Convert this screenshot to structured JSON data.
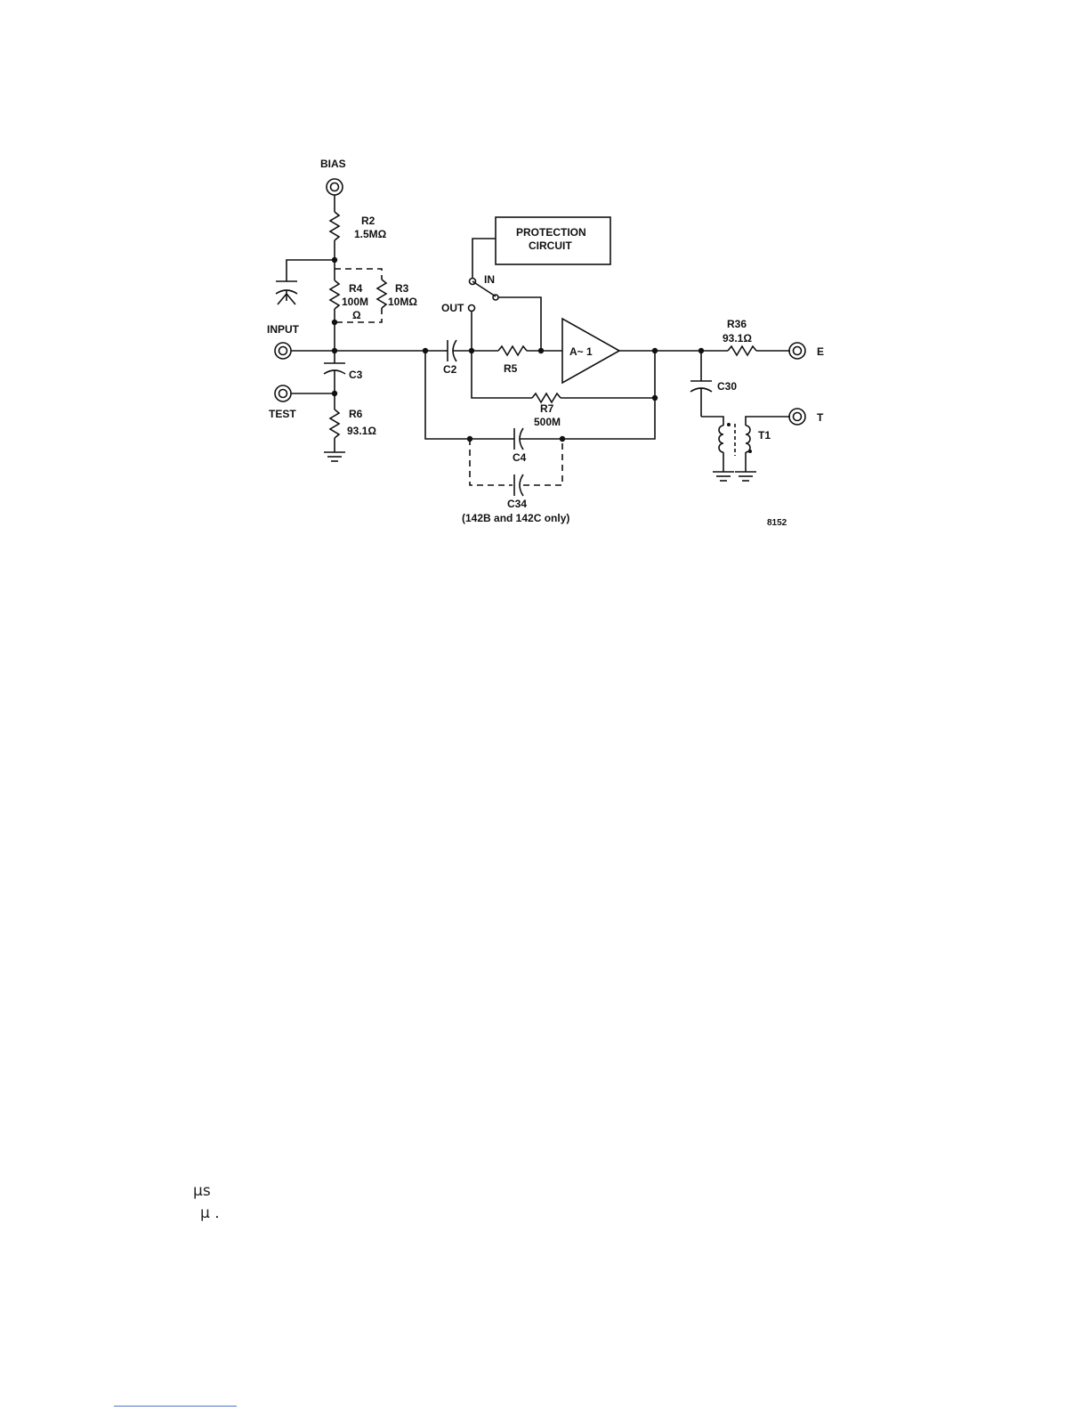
{
  "diagram": {
    "labels": {
      "bias": "BIAS",
      "r2": "R2",
      "r2_value": "1.5MΩ",
      "r4": "R4",
      "r4_value": "100M",
      "r4_unit": "Ω",
      "r3": "R3",
      "r3_value": "10MΩ",
      "input": "INPUT",
      "c3": "C3",
      "test": "TEST",
      "r6": "R6",
      "r6_value": "93.1Ω",
      "protection_line1": "PROTECTION",
      "protection_line2": "CIRCUIT",
      "switch_in": "IN",
      "switch_out": "OUT",
      "c2": "C2",
      "r5": "R5",
      "amplifier": "A~ 1",
      "r7": "R7",
      "r7_value": "500M",
      "c4": "C4",
      "c34": "C34",
      "c34_note": "(142B and 142C only)",
      "r36": "R36",
      "r36_value": "93.1Ω",
      "e_output": "E",
      "c30": "C30",
      "t1": "T1",
      "t_output": "T",
      "figure_number": "8152"
    }
  },
  "page": {
    "stray_mu_s": "µs",
    "stray_mu_dot": "µ ."
  }
}
